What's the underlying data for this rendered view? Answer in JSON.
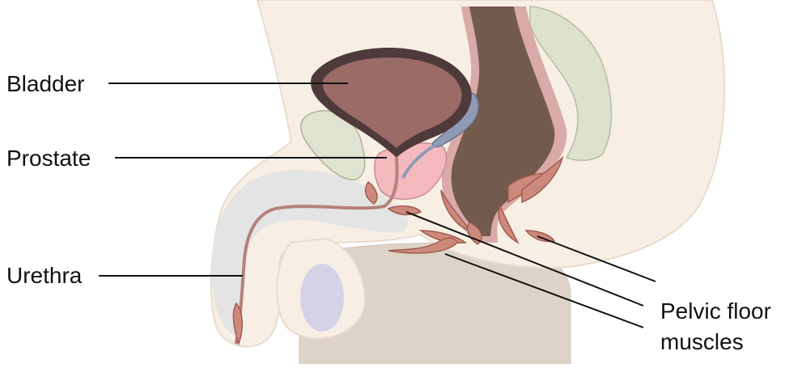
{
  "labels": {
    "bladder": "Bladder",
    "prostate": "Prostate",
    "urethra": "Urethra",
    "pelvic_floor_line1": "Pelvic floor",
    "pelvic_floor_line2": "muscles"
  },
  "colors": {
    "skin": "#f7efe4",
    "skin_outline": "#e9dccb",
    "bladder_fill": "#9b6b67",
    "bladder_wall": "#4e3a3a",
    "prostate": "#f3b9bd",
    "rectum": "#725a4c",
    "rectum_wall": "#d9aaa8",
    "muscle": "#cd8a7c",
    "muscle_outline": "#a05c50",
    "seminal_vesicle": "#8f9ab5",
    "pubic_bone": "#dfe3cf",
    "testis": "#d5d2e8",
    "thigh": "#ddd3c7",
    "spongy_tissue": "#e4e4e4",
    "intestine": "#dde2cc",
    "leader_line": "#111111"
  }
}
